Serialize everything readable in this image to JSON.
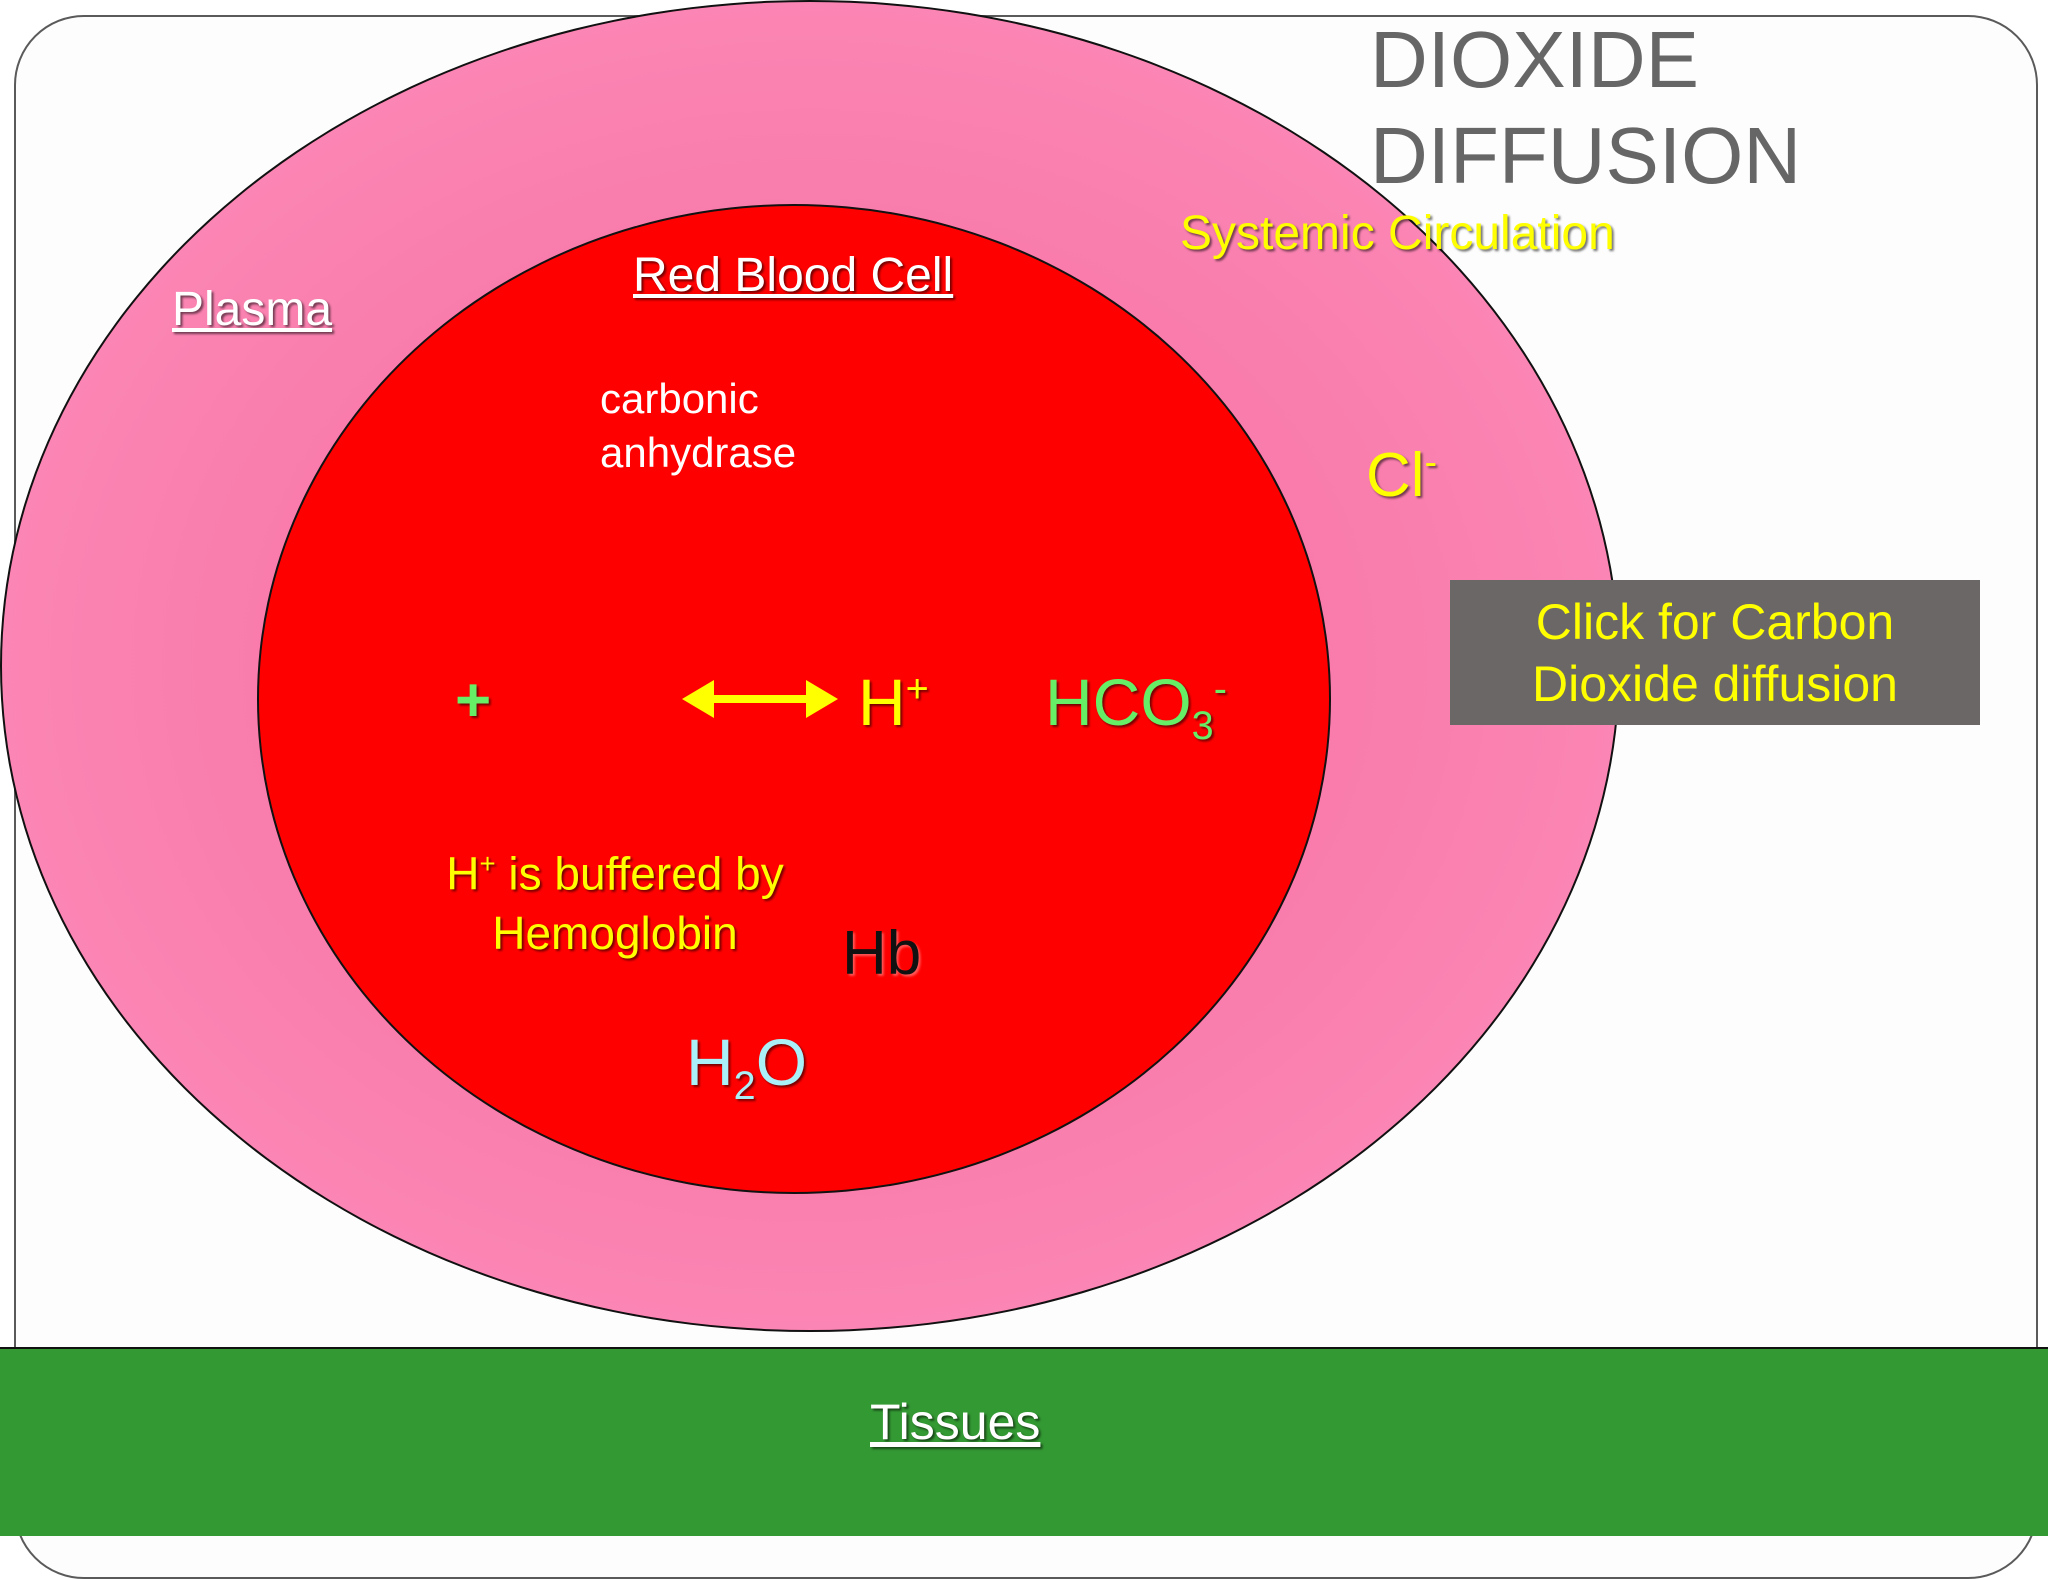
{
  "title": [
    "DIOXIDE",
    "DIFFUSION"
  ],
  "labels": {
    "systemic": "Systemic Circulation",
    "plasma": "Plasma",
    "rbc": "Red Blood Cell",
    "enzyme_1": "carbonic",
    "enzyme_2": "anhydrase",
    "chloride_base": "Cl",
    "chloride_charge": "-",
    "plus": "+",
    "hplus_base": "H",
    "hplus_charge": "+",
    "bicarb_base": "HCO",
    "bicarb_sub": "3",
    "bicarb_charge": "-",
    "buffer_h": "H",
    "buffer_charge": "+",
    "buffer_rest": " is buffered by",
    "buffer_line2": "Hemoglobin",
    "hb": "Hb",
    "water_h": "H",
    "water_sub": "2",
    "water_o": "O",
    "tissues": "Tissues"
  },
  "button": {
    "line1": "Click for Carbon",
    "line2": "Dioxide diffusion"
  },
  "colors": {
    "plasma": "#ff8fbf",
    "rbc": "#ff0000",
    "tissues": "#339933",
    "yellow": "#ffff00",
    "green": "#66ee66",
    "button_bg": "#6b6767"
  },
  "icons": {
    "arrow": "double-headed-arrow-icon"
  }
}
